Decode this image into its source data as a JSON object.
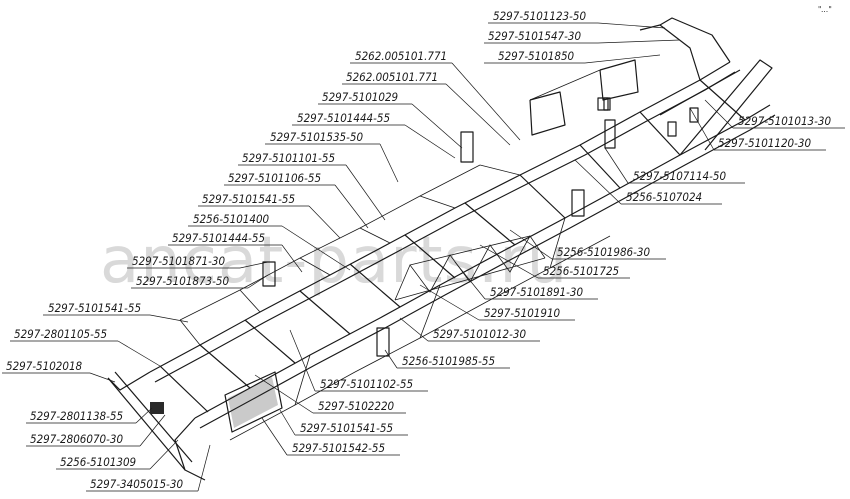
{
  "watermark": "ancat-parts.ru",
  "corner_mark": "\"…\"",
  "labels": [
    {
      "id": "l01",
      "text": "5297-5101123-50"
    },
    {
      "id": "l02",
      "text": "5297-5101547-30"
    },
    {
      "id": "l03",
      "text": "5297-5101850"
    },
    {
      "id": "l04",
      "text": "5262.005101.771"
    },
    {
      "id": "l05",
      "text": "5262.005101.771"
    },
    {
      "id": "l06",
      "text": "5297-5101029"
    },
    {
      "id": "l07",
      "text": "5297-5101444-55"
    },
    {
      "id": "l08",
      "text": "5297-5101535-50"
    },
    {
      "id": "l09",
      "text": "5297-5101101-55"
    },
    {
      "id": "l10",
      "text": "5297-5101106-55"
    },
    {
      "id": "l11",
      "text": "5297-5101541-55"
    },
    {
      "id": "l12",
      "text": "5256-5101400"
    },
    {
      "id": "l13",
      "text": "5297-5101444-55"
    },
    {
      "id": "l14",
      "text": "5297-5101871-30"
    },
    {
      "id": "l15",
      "text": "5297-5101873-50"
    },
    {
      "id": "l16",
      "text": "5297-5101541-55"
    },
    {
      "id": "l17",
      "text": "5297-2801105-55"
    },
    {
      "id": "l18",
      "text": "5297-5102018"
    },
    {
      "id": "l19",
      "text": "5297-2801138-55"
    },
    {
      "id": "l20",
      "text": "5297-2806070-30"
    },
    {
      "id": "l21",
      "text": "5256-5101309"
    },
    {
      "id": "l22",
      "text": "5297-3405015-30"
    },
    {
      "id": "l23",
      "text": "5297-5101013-30"
    },
    {
      "id": "l24",
      "text": "5297-5101120-30"
    },
    {
      "id": "l25",
      "text": "5297-5107114-50"
    },
    {
      "id": "l26",
      "text": "5256-5107024"
    },
    {
      "id": "l27",
      "text": "5256-5101986-30"
    },
    {
      "id": "l28",
      "text": "5256-5101725"
    },
    {
      "id": "l29",
      "text": "5297-5101891-30"
    },
    {
      "id": "l30",
      "text": "5297-5101910"
    },
    {
      "id": "l31",
      "text": "5297-5101012-30"
    },
    {
      "id": "l32",
      "text": "5256-5101985-55"
    },
    {
      "id": "l33",
      "text": "5297-5101102-55"
    },
    {
      "id": "l34",
      "text": "5297-5102220"
    },
    {
      "id": "l35",
      "text": "5297-5101541-55"
    },
    {
      "id": "l36",
      "text": "5297-5101542-55"
    }
  ]
}
